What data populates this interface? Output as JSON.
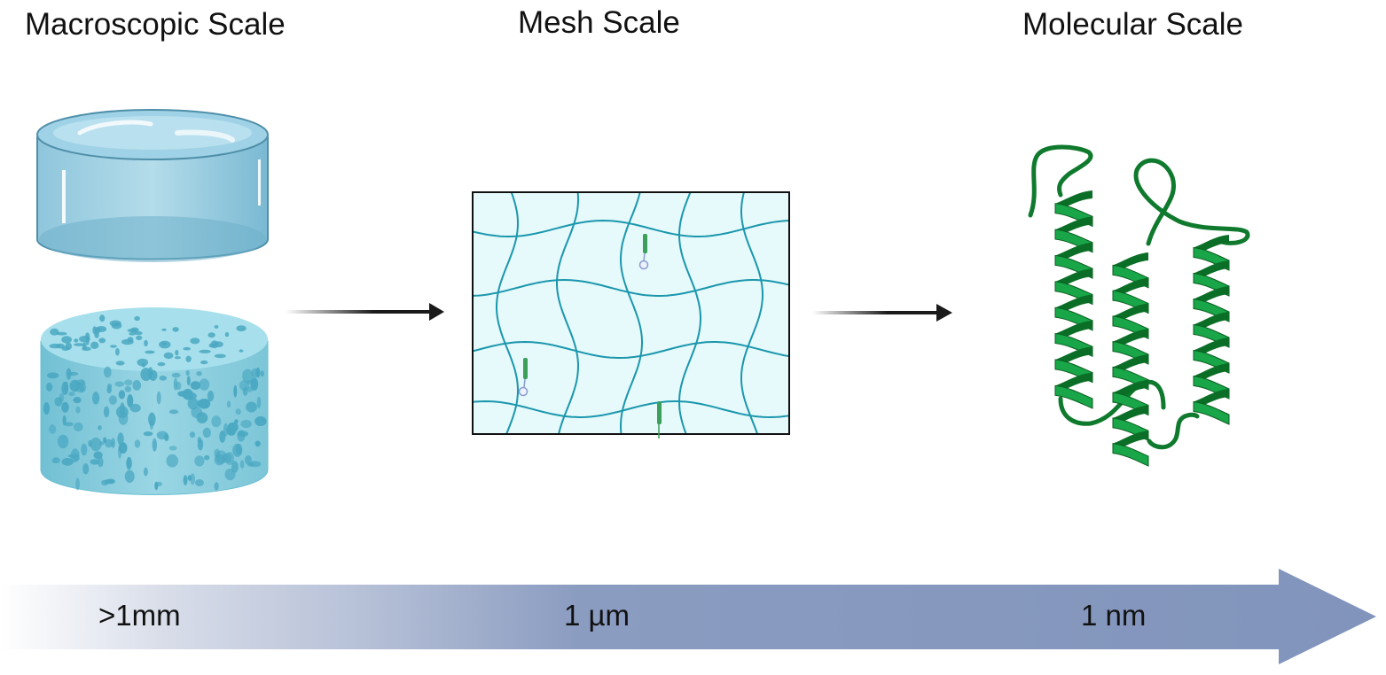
{
  "titles": {
    "macroscopic": "Macroscopic Scale",
    "mesh": "Mesh Scale",
    "molecular": "Molecular Scale"
  },
  "scale_bar": {
    "labels": {
      "macroscopic": ">1mm",
      "mesh": "1 µm",
      "molecular": "1 nm"
    },
    "color_end": "#8194bb"
  },
  "colors": {
    "hydrogel": "#7fbcd6",
    "sponge": "#8ccfdf",
    "mesh_background": "#e6f9fb",
    "mesh_fiber": "#1a97ad",
    "protein": "#119a3a",
    "arrow": "#1a1a1a"
  },
  "icons": {
    "hydrogel": "hydrogel-disc-icon",
    "scaffold": "porous-scaffold-icon",
    "mesh": "polymer-mesh-icon",
    "protein": "protein-helix-icon"
  }
}
